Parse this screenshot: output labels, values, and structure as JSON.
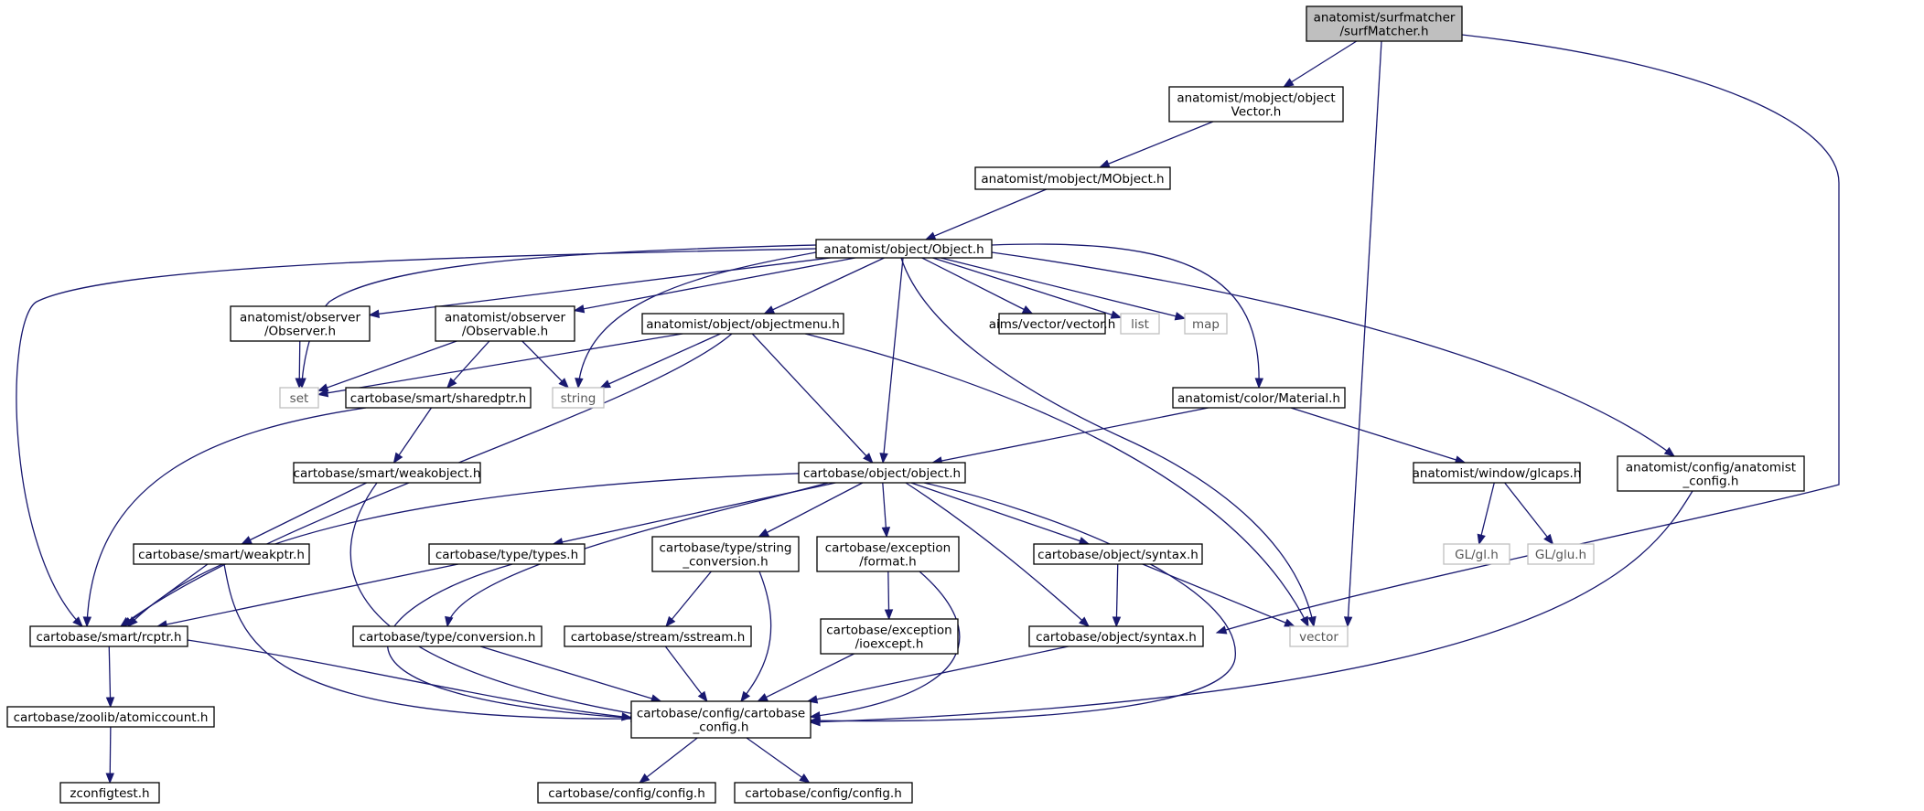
{
  "diagram": {
    "type": "include-dependency-graph",
    "colors": {
      "edge": "#191970",
      "root_fill": "#bfbfbf",
      "node_border": "#000000",
      "external_border": "#bfbfbf"
    },
    "nodes": [
      {
        "id": "surfMatcher",
        "lines": [
          "anatomist/surfmatcher",
          "/surfMatcher.h"
        ],
        "kind": "root"
      },
      {
        "id": "objectVector",
        "lines": [
          "anatomist/mobject/object",
          "Vector.h"
        ],
        "kind": "file"
      },
      {
        "id": "MObject",
        "lines": [
          "anatomist/mobject/MObject.h"
        ],
        "kind": "file"
      },
      {
        "id": "Object",
        "lines": [
          "anatomist/object/Object.h"
        ],
        "kind": "file"
      },
      {
        "id": "Observer",
        "lines": [
          "anatomist/observer",
          "/Observer.h"
        ],
        "kind": "file"
      },
      {
        "id": "Observable",
        "lines": [
          "anatomist/observer",
          "/Observable.h"
        ],
        "kind": "file"
      },
      {
        "id": "objectmenu",
        "lines": [
          "anatomist/object/objectmenu.h"
        ],
        "kind": "file"
      },
      {
        "id": "aimsvector",
        "lines": [
          "aims/vector/vector.h"
        ],
        "kind": "file"
      },
      {
        "id": "list",
        "lines": [
          "list"
        ],
        "kind": "external"
      },
      {
        "id": "map",
        "lines": [
          "map"
        ],
        "kind": "external"
      },
      {
        "id": "set",
        "lines": [
          "set"
        ],
        "kind": "external"
      },
      {
        "id": "string",
        "lines": [
          "string"
        ],
        "kind": "external"
      },
      {
        "id": "sharedptr",
        "lines": [
          "cartobase/smart/sharedptr.h"
        ],
        "kind": "file"
      },
      {
        "id": "Material",
        "lines": [
          "anatomist/color/Material.h"
        ],
        "kind": "file"
      },
      {
        "id": "weakobject",
        "lines": [
          "cartobase/smart/weakobject.h"
        ],
        "kind": "file"
      },
      {
        "id": "objecth",
        "lines": [
          "cartobase/object/object.h"
        ],
        "kind": "file"
      },
      {
        "id": "glcaps",
        "lines": [
          "anatomist/window/glcaps.h"
        ],
        "kind": "file"
      },
      {
        "id": "anaconfig",
        "lines": [
          "anatomist/config/anatomist",
          "_config.h"
        ],
        "kind": "file"
      },
      {
        "id": "weakptr",
        "lines": [
          "cartobase/smart/weakptr.h"
        ],
        "kind": "file"
      },
      {
        "id": "types",
        "lines": [
          "cartobase/type/types.h"
        ],
        "kind": "file"
      },
      {
        "id": "stringconv",
        "lines": [
          "cartobase/type/string",
          "_conversion.h"
        ],
        "kind": "file"
      },
      {
        "id": "excformat",
        "lines": [
          "cartobase/exception",
          "/format.h"
        ],
        "kind": "file"
      },
      {
        "id": "syntax1",
        "lines": [
          "cartobase/object/syntax.h"
        ],
        "kind": "file"
      },
      {
        "id": "glh",
        "lines": [
          "GL/gl.h"
        ],
        "kind": "external"
      },
      {
        "id": "gluh",
        "lines": [
          "GL/glu.h"
        ],
        "kind": "external"
      },
      {
        "id": "rcptr",
        "lines": [
          "cartobase/smart/rcptr.h"
        ],
        "kind": "file"
      },
      {
        "id": "conversion",
        "lines": [
          "cartobase/type/conversion.h"
        ],
        "kind": "file"
      },
      {
        "id": "sstream",
        "lines": [
          "cartobase/stream/sstream.h"
        ],
        "kind": "file"
      },
      {
        "id": "ioexcept",
        "lines": [
          "cartobase/exception",
          "/ioexcept.h"
        ],
        "kind": "file"
      },
      {
        "id": "syntax2",
        "lines": [
          "cartobase/object/syntax.h"
        ],
        "kind": "file"
      },
      {
        "id": "vector",
        "lines": [
          "vector"
        ],
        "kind": "external"
      },
      {
        "id": "cartoconfig",
        "lines": [
          "cartobase/config/cartobase",
          "_config.h"
        ],
        "kind": "file"
      },
      {
        "id": "atomiccount",
        "lines": [
          "cartobase/zoolib/atomiccount.h"
        ],
        "kind": "file"
      },
      {
        "id": "zconfigtest",
        "lines": [
          "zconfigtest.h"
        ],
        "kind": "file"
      },
      {
        "id": "config1",
        "lines": [
          "cartobase/config/config.h"
        ],
        "kind": "file"
      },
      {
        "id": "config2",
        "lines": [
          "cartobase/config/config.h"
        ],
        "kind": "file"
      }
    ],
    "edges": [
      [
        "surfMatcher",
        "objectVector"
      ],
      [
        "surfMatcher",
        "vector"
      ],
      [
        "surfMatcher",
        "syntax2"
      ],
      [
        "objectVector",
        "MObject"
      ],
      [
        "MObject",
        "Object"
      ],
      [
        "Object",
        "Observer"
      ],
      [
        "Object",
        "Observable"
      ],
      [
        "Object",
        "objectmenu"
      ],
      [
        "Object",
        "aimsvector"
      ],
      [
        "Object",
        "list"
      ],
      [
        "Object",
        "map"
      ],
      [
        "Object",
        "set"
      ],
      [
        "Object",
        "string"
      ],
      [
        "Object",
        "rcptr"
      ],
      [
        "Object",
        "objecth"
      ],
      [
        "Object",
        "vector"
      ],
      [
        "Object",
        "Material"
      ],
      [
        "Object",
        "anaconfig"
      ],
      [
        "Observer",
        "set"
      ],
      [
        "Observable",
        "set"
      ],
      [
        "Observable",
        "string"
      ],
      [
        "Observable",
        "sharedptr"
      ],
      [
        "objectmenu",
        "set"
      ],
      [
        "objectmenu",
        "string"
      ],
      [
        "objectmenu",
        "rcptr"
      ],
      [
        "objectmenu",
        "objecth"
      ],
      [
        "objectmenu",
        "vector"
      ],
      [
        "sharedptr",
        "weakobject"
      ],
      [
        "sharedptr",
        "rcptr"
      ],
      [
        "Material",
        "objecth"
      ],
      [
        "Material",
        "glcaps"
      ],
      [
        "weakobject",
        "weakptr"
      ],
      [
        "weakobject",
        "cartoconfig"
      ],
      [
        "objecth",
        "types"
      ],
      [
        "objecth",
        "stringconv"
      ],
      [
        "objecth",
        "excformat"
      ],
      [
        "objecth",
        "syntax1"
      ],
      [
        "objecth",
        "conversion"
      ],
      [
        "objecth",
        "rcptr"
      ],
      [
        "objecth",
        "syntax2"
      ],
      [
        "objecth",
        "cartoconfig"
      ],
      [
        "glcaps",
        "glh"
      ],
      [
        "glcaps",
        "gluh"
      ],
      [
        "anaconfig",
        "cartoconfig"
      ],
      [
        "weakptr",
        "rcptr"
      ],
      [
        "weakptr",
        "cartoconfig"
      ],
      [
        "types",
        "rcptr"
      ],
      [
        "types",
        "cartoconfig"
      ],
      [
        "stringconv",
        "sstream"
      ],
      [
        "stringconv",
        "cartoconfig"
      ],
      [
        "excformat",
        "ioexcept"
      ],
      [
        "excformat",
        "cartoconfig"
      ],
      [
        "syntax1",
        "syntax2"
      ],
      [
        "syntax1",
        "vector"
      ],
      [
        "rcptr",
        "atomiccount"
      ],
      [
        "rcptr",
        "cartoconfig"
      ],
      [
        "conversion",
        "cartoconfig"
      ],
      [
        "sstream",
        "cartoconfig"
      ],
      [
        "ioexcept",
        "cartoconfig"
      ],
      [
        "syntax2",
        "cartoconfig"
      ],
      [
        "atomiccount",
        "zconfigtest"
      ],
      [
        "cartoconfig",
        "config1"
      ],
      [
        "cartoconfig",
        "config2"
      ]
    ]
  }
}
